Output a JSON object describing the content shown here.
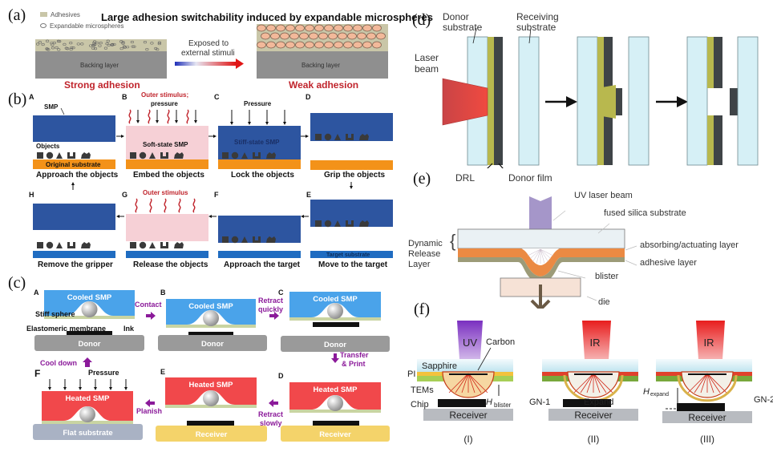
{
  "panel_labels": {
    "a": "(a)",
    "b": "(b)",
    "c": "(c)",
    "d": "(d)",
    "e": "(e)",
    "f": "(f)"
  },
  "a": {
    "title": "Large adhesion switchability induced by expandable microspheres",
    "legend": [
      "Adhesives",
      "Expandable microspheres"
    ],
    "left_layer": "Backing layer",
    "right_layer": "Backing layer",
    "arrow_text_1": "Exposed to",
    "arrow_text_2": "external stimuli",
    "left_caption": "Strong adhesion",
    "right_caption": "Weak adhesion",
    "colors": {
      "caption": "#c0242c",
      "backing": "#8f8f8f",
      "adhesive": "#c9c6a8",
      "sphere": "#f2b99a"
    }
  },
  "b": {
    "steps": [
      {
        "letter": "A",
        "caption": "Approach the objects",
        "substrate": "Original substrate",
        "smp": "",
        "note": "SMP",
        "objects_label": "Objects"
      },
      {
        "letter": "B",
        "caption": "Embed the objects",
        "smp": "Soft-state SMP",
        "stimulus": "Outer stimulus;",
        "pressure": "pressure"
      },
      {
        "letter": "C",
        "caption": "Lock the objects",
        "smp": "Stiff-state SMP",
        "pressure": "Pressure"
      },
      {
        "letter": "D",
        "caption": "Grip the objects"
      },
      {
        "letter": "E",
        "caption": "Move to the target",
        "substrate": "Target substrate"
      },
      {
        "letter": "F",
        "caption": "Approach the target"
      },
      {
        "letter": "G",
        "caption": "Release the objects",
        "stimulus": "Outer stimulus"
      },
      {
        "letter": "H",
        "caption": "Remove the gripper"
      }
    ],
    "colors": {
      "smp": "#2d55a0",
      "soft": "#f6d0d6",
      "orange": "#f39219",
      "target": "#1f6cc1",
      "stimulus": "#c0242c"
    }
  },
  "c": {
    "steps": [
      {
        "letter": "A",
        "smp": "Cooled SMP",
        "base": "Donor"
      },
      {
        "letter": "B",
        "smp": "Cooled SMP",
        "base": "Donor"
      },
      {
        "letter": "C",
        "smp": "Cooled SMP",
        "base": "Donor"
      },
      {
        "letter": "D",
        "smp": "Heated SMP",
        "base": "Receiver"
      },
      {
        "letter": "E",
        "smp": "Heated SMP",
        "base": "Receiver"
      },
      {
        "letter": "F",
        "smp": "Heated SMP",
        "base": "Flat substrate",
        "pressure": "Pressure"
      }
    ],
    "annotations": {
      "stiff_sphere": "Stiff sphere",
      "membrane": "Elastomeric membrane",
      "ink": "Ink"
    },
    "transitions": {
      "contact": "Contact",
      "retract_quickly_1": "Retract",
      "retract_quickly_2": "quickly",
      "transfer_1": "Transfer",
      "transfer_2": "& Print",
      "retract_slowly_1": "Retract",
      "retract_slowly_2": "slowly",
      "planish": "Planish",
      "cool_down": "Cool down"
    },
    "colors": {
      "cooled": "#4aa3ea",
      "heated": "#f1484b",
      "donor": "#9a9a9a",
      "receiver": "#f4d36a",
      "flat": "#a9b2c4",
      "transition": "#8b1a9a"
    }
  },
  "d": {
    "donor_substrate_1": "Donor",
    "donor_substrate_2": "substrate",
    "receiving_substrate_1": "Receiving",
    "receiving_substrate_2": "substrate",
    "laser_1": "Laser",
    "laser_2": "beam",
    "drl": "DRL",
    "donor_film": "Donor film",
    "colors": {
      "glass": "#d6f0f6",
      "drl": "#b8b84e",
      "film": "#3f4447",
      "laser": "#e84a44"
    }
  },
  "e": {
    "uv_beam": "UV laser beam",
    "substrate": "fused silica substrate",
    "drl_1": "Dynamic",
    "drl_2": "Release",
    "drl_3": "Layer",
    "absorbing": "absorbing/actuating layer",
    "adhesive": "adhesive layer",
    "blister": "blister",
    "die": "die",
    "colors": {
      "beam": "#a596c9",
      "glass": "#eaf1f4",
      "absorb": "#eb8a43",
      "adhesive": "#9c9b78",
      "die": "#f6e2d6",
      "arrow": "#6b5a45"
    }
  },
  "f": {
    "panels": [
      {
        "roman": "(I)",
        "beam": "UV",
        "labels": [
          "Carbon",
          "Sapphire",
          "PI",
          "TEMs",
          "Chip",
          "H",
          "blister"
        ],
        "base": "Receiver"
      },
      {
        "roman": "(II)",
        "beam": "IR",
        "labels": [
          "GN-1",
          "Expand"
        ],
        "base": "Receiver"
      },
      {
        "roman": "(III)",
        "beam": "IR",
        "labels": [
          "H",
          "expand",
          "GN-2"
        ],
        "base": "Receiver"
      }
    ]
  }
}
